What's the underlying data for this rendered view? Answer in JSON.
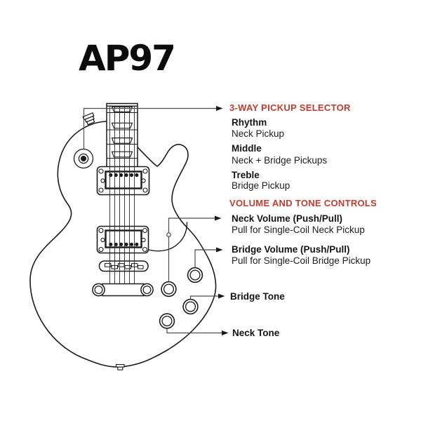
{
  "title": "AP97",
  "colors": {
    "accent": "#c63a2b",
    "ink": "#141414",
    "callout_line": "#4a4a4a"
  },
  "selector_section": {
    "header": "3-WAY PICKUP SELECTOR",
    "items": [
      {
        "label": "Rhythm",
        "desc": "Neck Pickup"
      },
      {
        "label": "Middle",
        "desc": "Neck + Bridge Pickups"
      },
      {
        "label": "Treble",
        "desc": "Bridge Pickup"
      }
    ]
  },
  "controls_section": {
    "header": "VOLUME AND TONE CONTROLS",
    "items": [
      {
        "label": "Neck Volume (Push/Pull)",
        "desc": "Pull for Single-Coil Neck Pickup"
      },
      {
        "label": "Bridge Volume (Push/Pull)",
        "desc": "Pull for Single-Coil Bridge Pickup"
      }
    ],
    "bridge_tone_label": "Bridge Tone",
    "neck_tone_label": "Neck Tone"
  }
}
